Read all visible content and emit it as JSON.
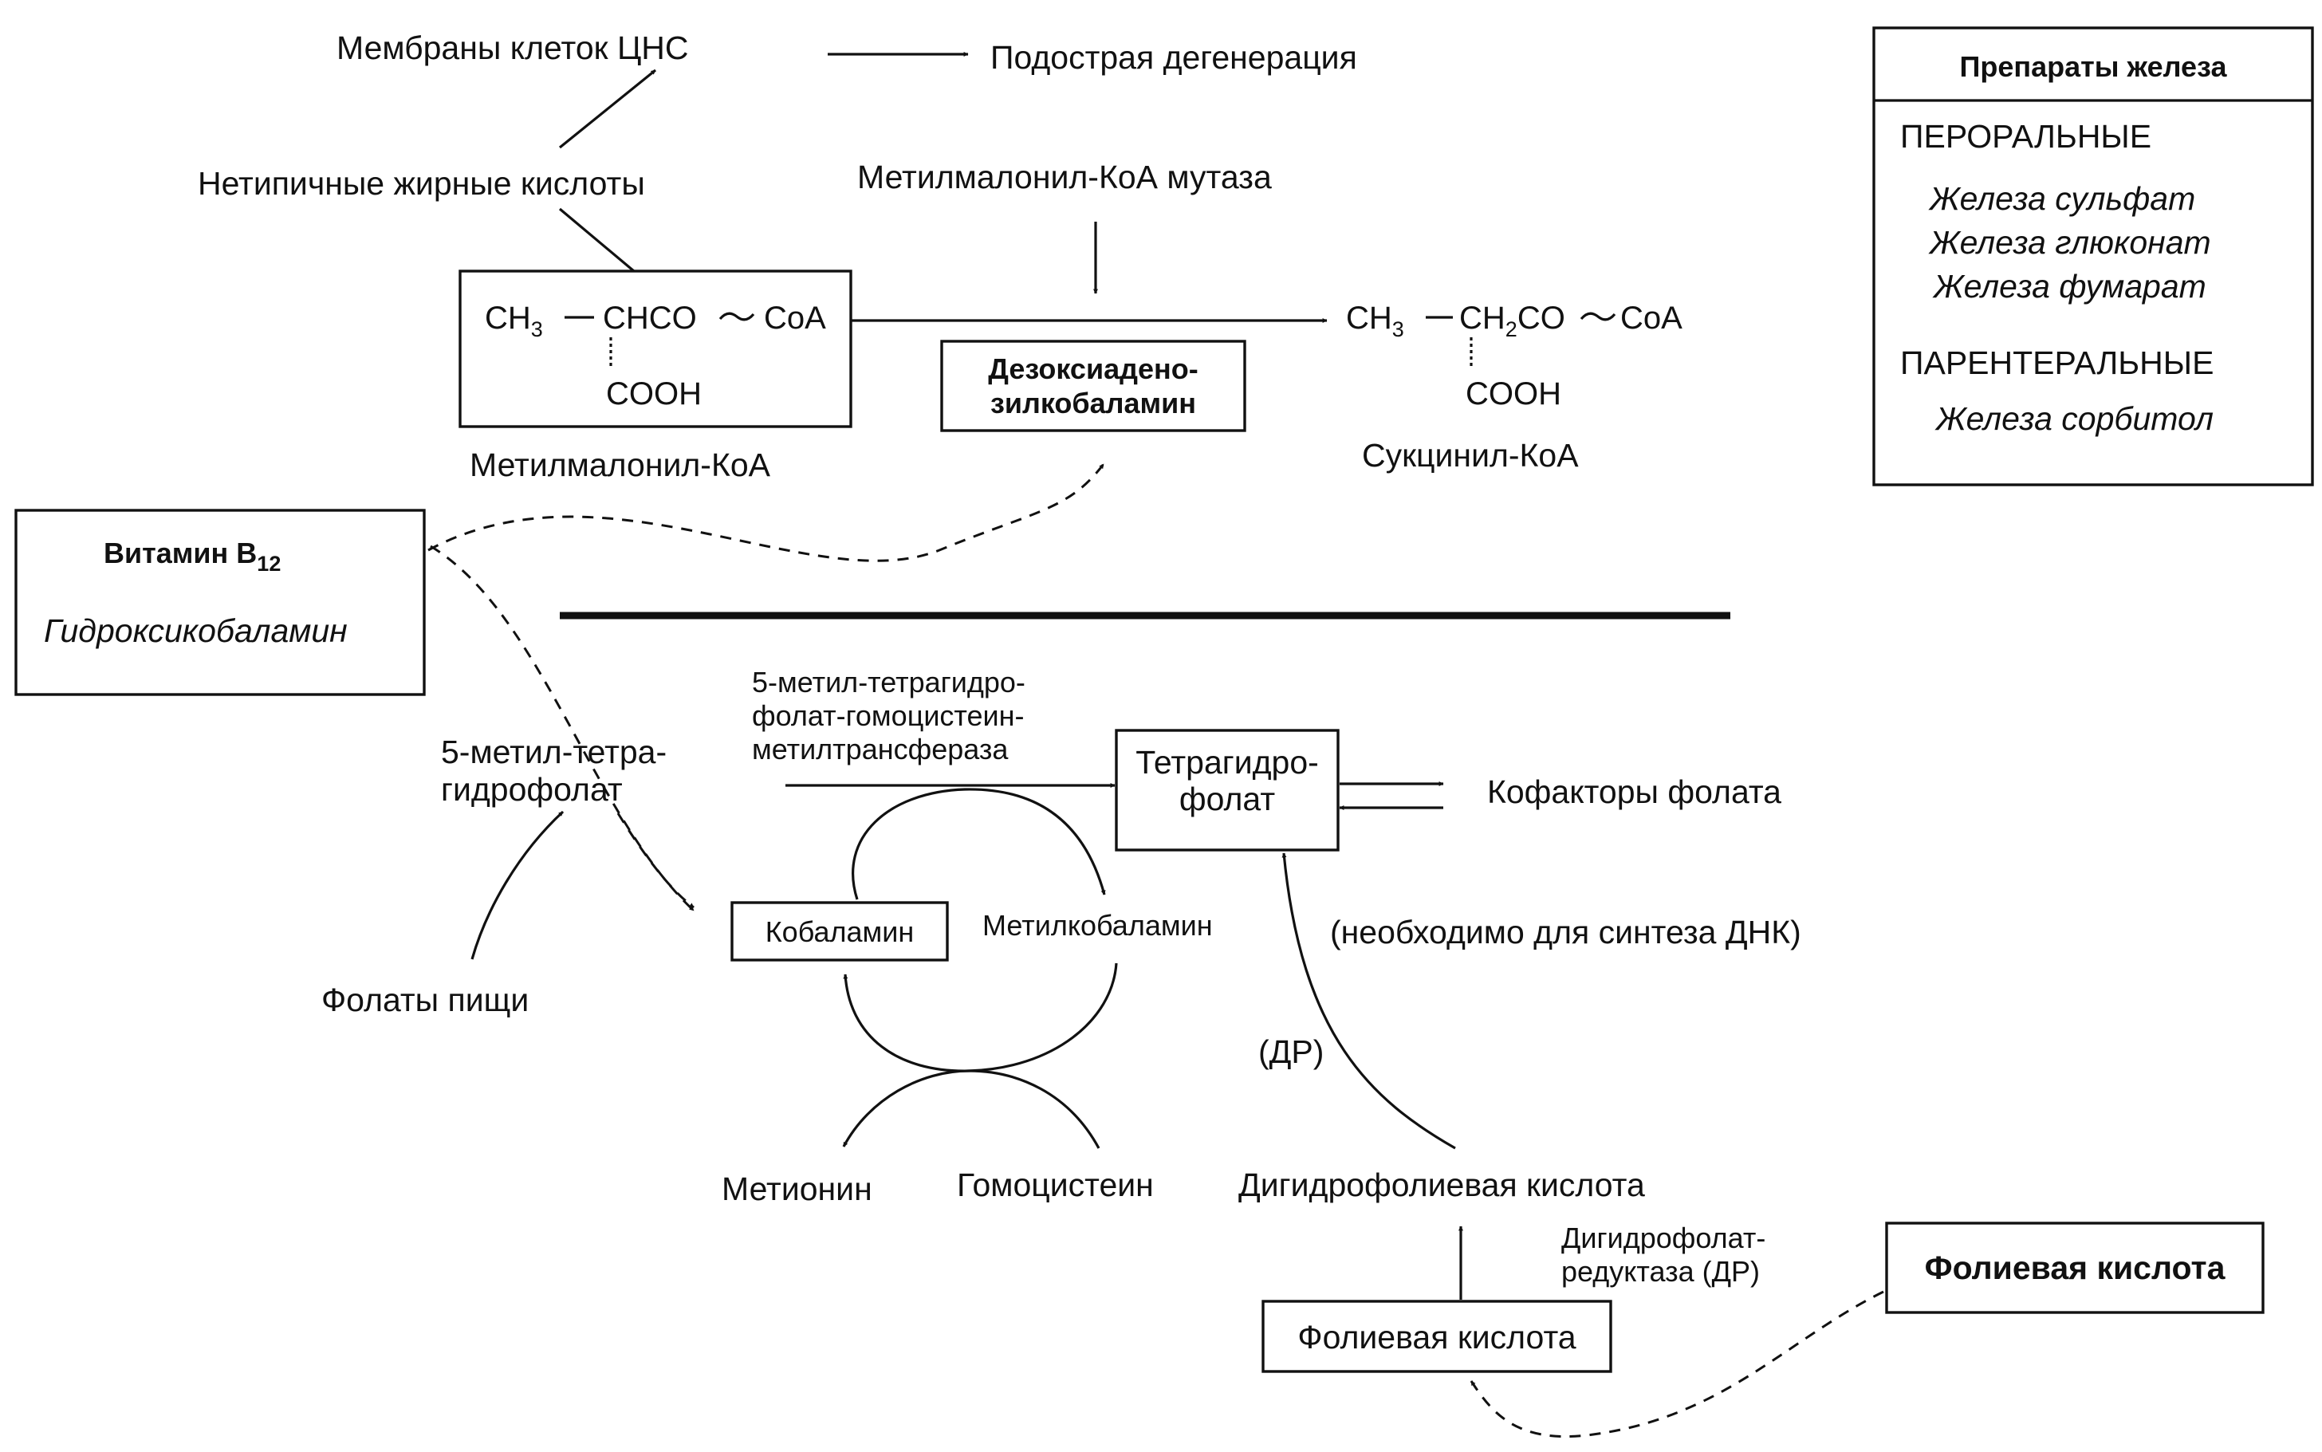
{
  "labels": {
    "cns_membranes": "Мембраны клеток ЦНС",
    "subacute_degeneration": "Подострая дегенерация",
    "atypical_fatty_acids": "Нетипичные жирные кислоты",
    "mutase": "Метилмалонил-КоА мутаза",
    "methylmalonyl_name": "Метилмалонил-КоА",
    "succinyl_name": "Сукцинил-КоА",
    "deoxyadenosyl_line1": "Дезоксиадено-",
    "deoxyadenosyl_line2": "зилкобаламин",
    "vitamin_b12_title": "Витамин B",
    "vitamin_b12_sub": "12",
    "hydroxocobalamin": "Гидроксикобаламин",
    "methyltransferase_line1": "5-метил-тетрагидро-",
    "methyltransferase_line2": "фолат-гомоцистеин-",
    "methyltransferase_line3": "метилтрансфераза",
    "methyl_thf_line1": "5-метил-тетра-",
    "methyl_thf_line2": "гидрофолат",
    "thf_line1": "Тетрагидро-",
    "thf_line2": "фолат",
    "folate_cofactors": "Кофакторы фолата",
    "cobalamin": "Кобаламин",
    "methylcobalamin": "Метилкобаламин",
    "dna_synthesis": "(необходимо для синтеза ДНК)",
    "food_folates": "Фолаты пищи",
    "dr": "(ДР)",
    "methionine": "Метионин",
    "homocysteine": "Гомоцистеин",
    "dihydrofolic_acid": "Дигидрофолиевая кислота",
    "dhfr_line1": "Дигидрофолат-",
    "dhfr_line2": "редуктаза (ДР)",
    "folic_acid_box": "Фолиевая кислота",
    "folic_acid_source": "Фолиевая кислота"
  },
  "formulas": {
    "methylmalonyl": {
      "ch": "CH",
      "sub3": "3",
      "rest": "CHCO",
      "coa": "CoA",
      "cooh": "COOH"
    },
    "succinyl": {
      "ch": "CH",
      "sub3": "3",
      "ch2": "CH",
      "sub2": "2",
      "co": "CO",
      "coa": "CoA",
      "cooh": "COOH"
    }
  },
  "iron_panel": {
    "title": "Препараты железа",
    "oral_heading": "ПЕРОРАЛЬНЫЕ",
    "oral_items": [
      "Железа сульфат",
      "Железа глюконат",
      "Железа фумарат"
    ],
    "parenteral_heading": "ПАРЕНТЕРАЛЬНЫЕ",
    "parenteral_items": [
      "Железа сорбитол"
    ]
  }
}
